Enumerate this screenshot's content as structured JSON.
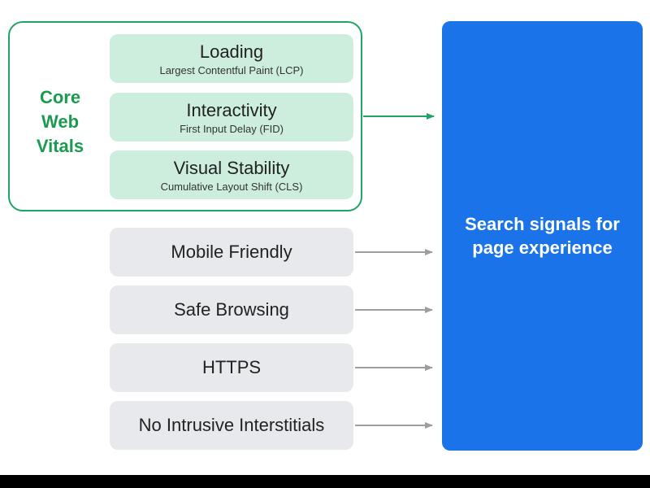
{
  "core_web_vitals": {
    "label": "Core Web Vitals",
    "label_lines": [
      "Core",
      "Web",
      "Vitals"
    ],
    "metrics": [
      {
        "title": "Loading",
        "subtitle": "Largest Contentful Paint (LCP)"
      },
      {
        "title": "Interactivity",
        "subtitle": "First Input Delay (FID)"
      },
      {
        "title": "Visual Stability",
        "subtitle": "Cumulative Layout Shift (CLS)"
      }
    ]
  },
  "signals": [
    {
      "label": "Mobile Friendly"
    },
    {
      "label": "Safe Browsing"
    },
    {
      "label": "HTTPS"
    },
    {
      "label": "No Intrusive Interstitials"
    }
  ],
  "result": {
    "label": "Search signals for page experience"
  },
  "colors": {
    "cwv_border": "#1fa463",
    "cwv_text": "#1a9b4e",
    "metric_fill": "#cdeedd",
    "signal_fill": "#e8e9ec",
    "result_fill": "#1a73e8",
    "arrow_gray": "#9e9e9e"
  }
}
